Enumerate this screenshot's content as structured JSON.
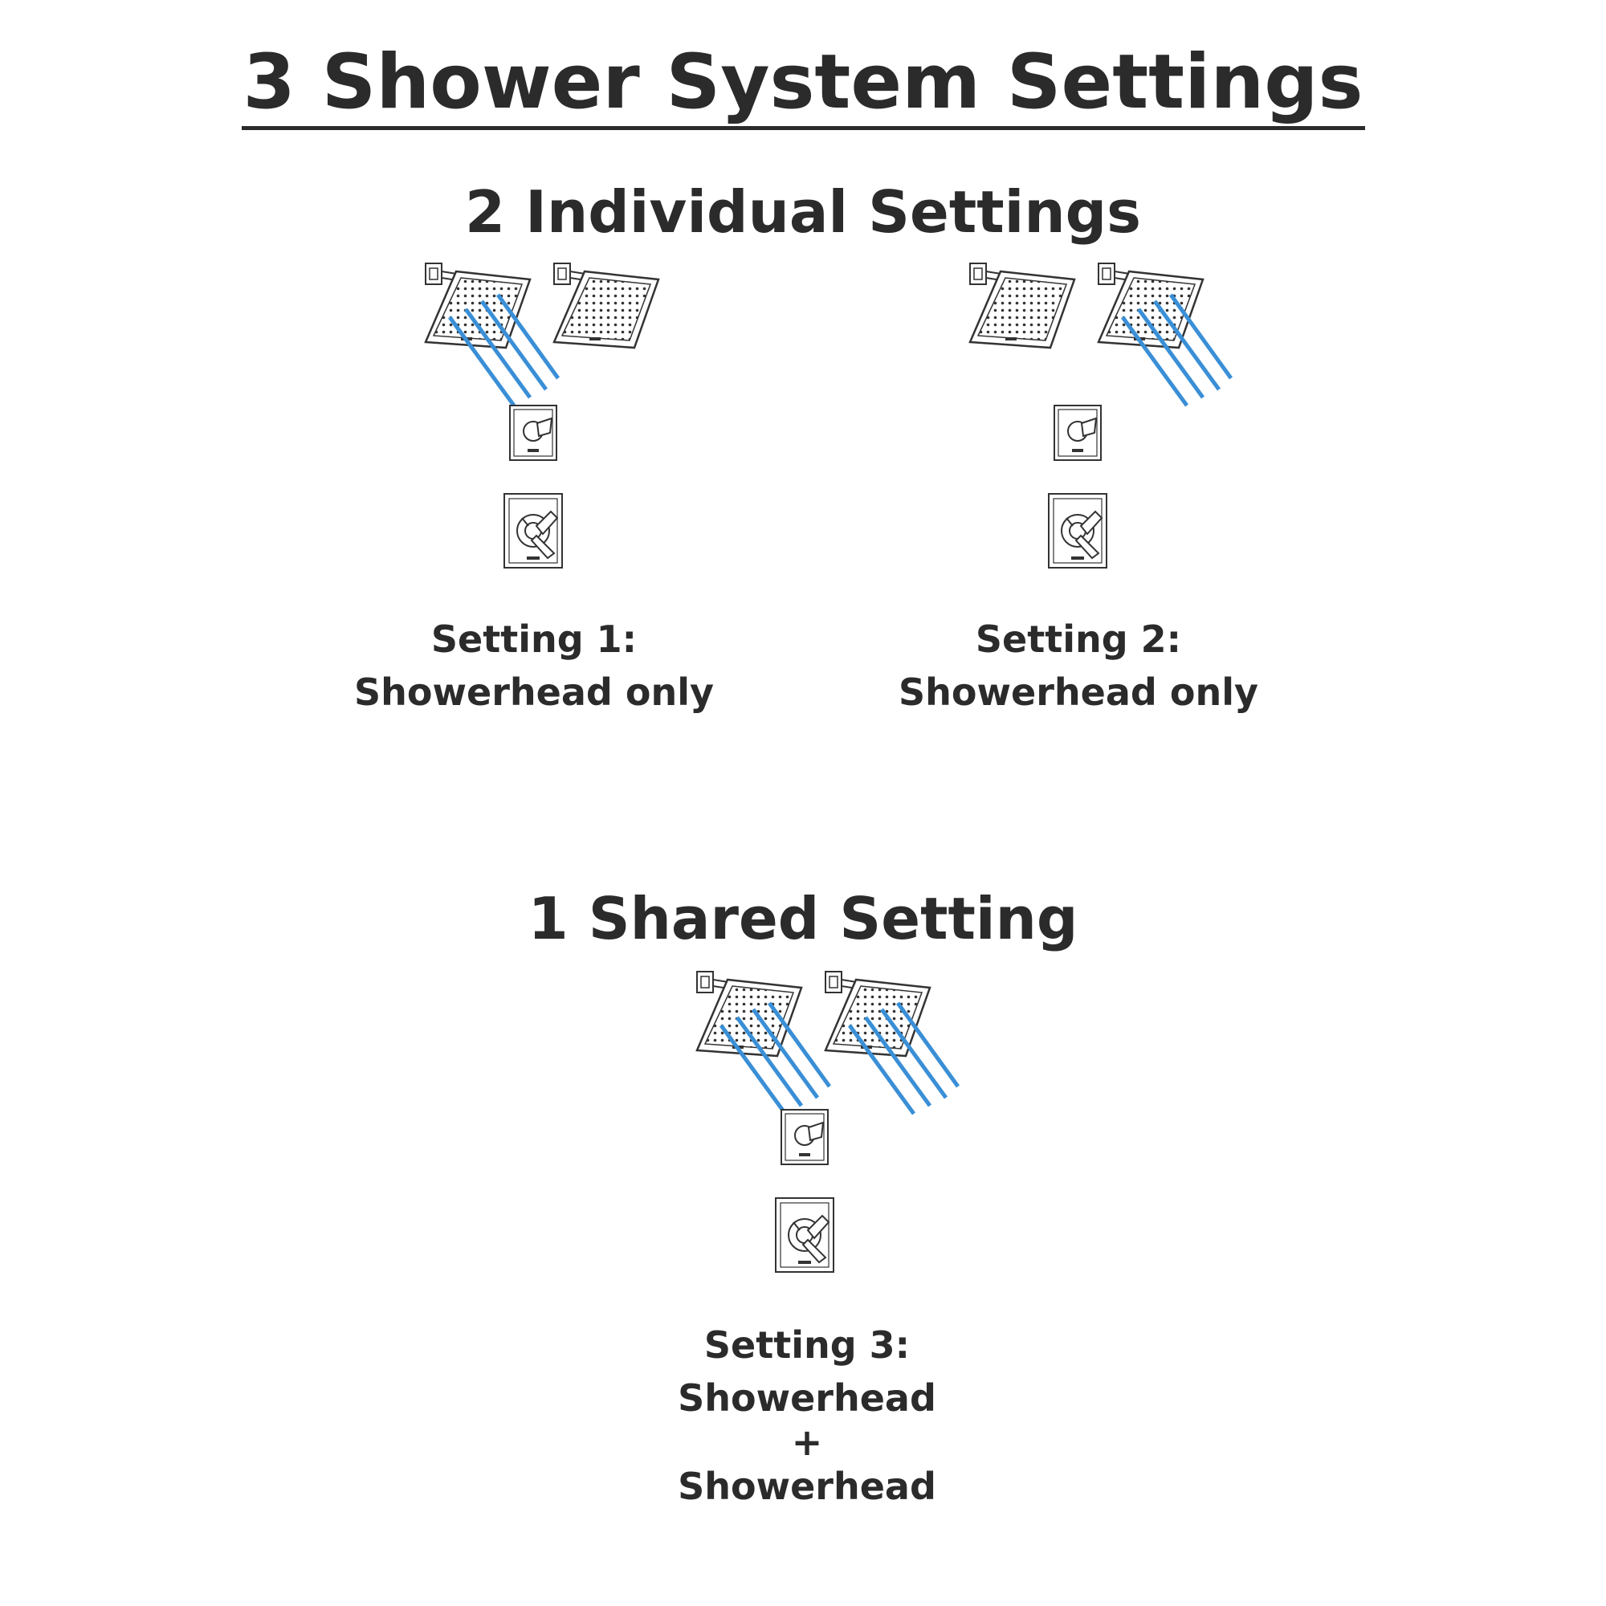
{
  "title": "3 Shower System Settings",
  "individual": {
    "heading": "2 Individual Settings",
    "settings": [
      {
        "name": "Setting 1:",
        "desc": "Showerhead only",
        "active_heads": [
          1
        ]
      },
      {
        "name": "Setting 2:",
        "desc": "Showerhead only",
        "active_heads": [
          2
        ]
      }
    ]
  },
  "shared": {
    "heading": "1 Shared Setting",
    "setting": {
      "name": "Setting 3:",
      "line1": "Showerhead",
      "plus": "+",
      "line2": "Showerhead",
      "active_heads": [
        1,
        2
      ]
    }
  },
  "colors": {
    "text": "#2b2b2b",
    "water": "#3a8fd6",
    "outline": "#333333"
  },
  "icons": [
    "showerhead-icon",
    "diverter-valve-icon",
    "shower-valve-icon"
  ]
}
